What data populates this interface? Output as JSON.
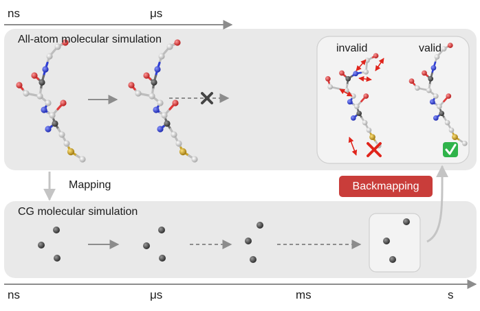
{
  "top_axis": {
    "ticks": [
      "ns",
      "μs"
    ]
  },
  "bottom_axis": {
    "ticks": [
      "ns",
      "μs",
      "ms",
      "s"
    ]
  },
  "all_atom": {
    "title": "All-atom molecular simulation",
    "inset": {
      "invalid_label": "invalid",
      "valid_label": "valid"
    }
  },
  "mapping_label": "Mapping",
  "backmapping_label": "Backmapping",
  "cg": {
    "title": "CG molecular simulation"
  },
  "colors": {
    "panel": "#e9e9e9",
    "inset": "#f3f3f3",
    "arrow": "#8c8c8c",
    "carbon": "#d9d9d9",
    "dark_carbon": "#5a5a5a",
    "nitrogen": "#2f3fd4",
    "oxygen": "#e03b3b",
    "sulfur": "#c9a42a",
    "backmapping_badge": "#c93d3a",
    "cross": "#e0241b",
    "check": "#2fb34a"
  },
  "icons": [
    "cross-icon",
    "check-icon",
    "x-mark-icon"
  ]
}
